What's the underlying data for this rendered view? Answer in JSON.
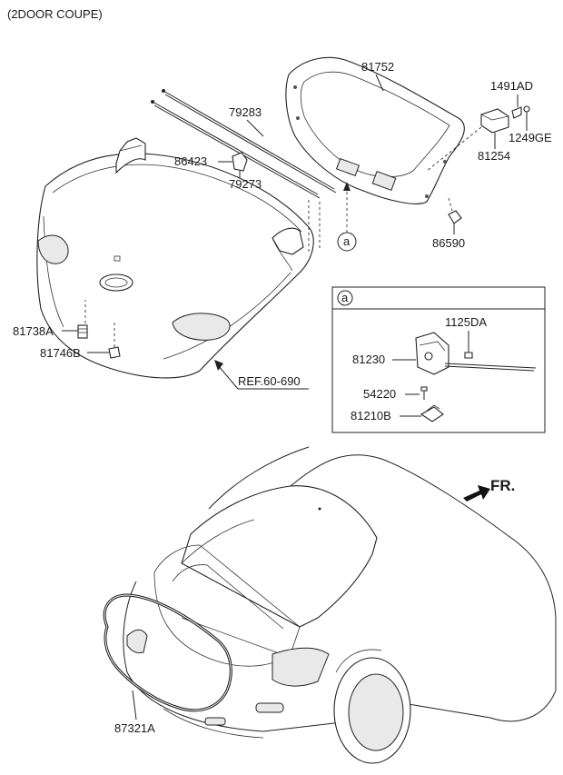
{
  "header": {
    "title": "(2DOOR COUPE)"
  },
  "parts": {
    "p81752": "81752",
    "p1491AD": "1491AD",
    "p79283": "79283",
    "p1249GE": "1249GE",
    "p86423": "86423",
    "p81254": "81254",
    "p79273": "79273",
    "p86590": "86590",
    "p81738A": "81738A",
    "p81746B": "81746B",
    "p1125DA": "1125DA",
    "p81230": "81230",
    "p54220": "54220",
    "p81210B": "81210B",
    "p87321A": "87321A"
  },
  "ref": "REF.60-690",
  "callout": {
    "marker": "a",
    "box_marker": "a"
  },
  "direction": {
    "label": "FR."
  }
}
